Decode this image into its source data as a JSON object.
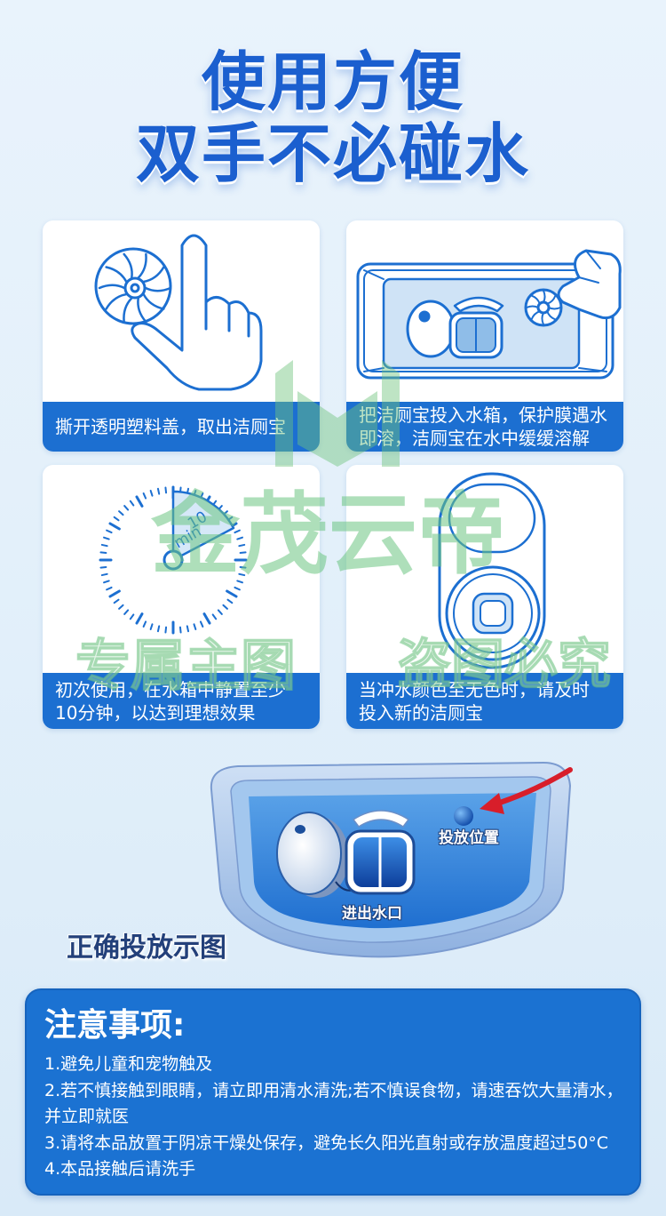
{
  "title": {
    "line1": "使用方便",
    "line2": "双手不必碰水"
  },
  "cards": [
    {
      "caption_lines": [
        "撕开透明塑料盖，取出洁厕宝"
      ]
    },
    {
      "caption_lines": [
        "把洁厕宝投入水箱，保护膜遇水",
        "即溶，洁厕宝在水中缓缓溶解"
      ]
    },
    {
      "caption_lines": [
        "初次使用，在水箱中静置至少",
        "10分钟，以达到理想效果"
      ],
      "clock": {
        "value": "10",
        "unit": "min"
      }
    },
    {
      "caption_lines": [
        "当冲水颜色至无色时，请及时",
        "投入新的洁厕宝"
      ]
    }
  ],
  "diagram": {
    "drop_label": "投放位置",
    "inlet_label": "进出水口",
    "caption": "正确投放示图"
  },
  "notes": {
    "title": "注意事项:",
    "lines": [
      "1.避免儿童和宠物触及",
      "2.若不慎接触到眼睛，请立即用清水清洗;若不慎误食物，请速吞饮大量清水，",
      "并立即就医",
      "3.请将本品放置于阴凉干燥处保存，避免长久阳光直射或存放温度超过50°C",
      "4.本品接触后请洗手"
    ]
  },
  "watermark": {
    "brand": "金茂云帝",
    "tag1": "专属主图",
    "tag2": "盗图必究"
  },
  "colors": {
    "title_blue": "#1b5fcf",
    "brand_blue": "#1c6fd1",
    "arrow_red": "#d81e2a",
    "watermark_green": "#6cc482"
  },
  "icons": [
    "peel-lid-hand-icon",
    "tank-drop-icon",
    "timer-10min-icon",
    "toilet-tank-top-icon",
    "red-arrow-icon"
  ]
}
